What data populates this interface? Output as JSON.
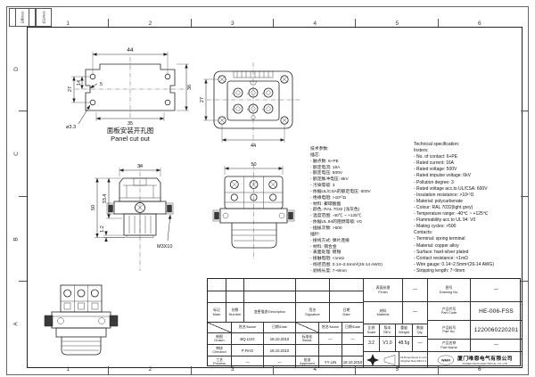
{
  "frame": {
    "columns": [
      "1",
      "2",
      "3",
      "4",
      "5",
      "6"
    ],
    "rows": [
      "D",
      "C",
      "B",
      "A"
    ],
    "corner": {
      "box1": "日期/Date",
      "box2": "标记/Mark"
    }
  },
  "views": {
    "panel_cutout": {
      "caption_cn": "面板安装开孔图",
      "caption_en": "Panel cut out",
      "dim_width": "44",
      "dim_left": "27",
      "dim_inner": "14",
      "dim_notch": "5",
      "dim_right": "36",
      "dim_bottom": "35",
      "dim_hole": "ø3.3"
    },
    "face": {
      "dim_height": "27",
      "dim_width": "44",
      "contact_numbers": [
        "1",
        "2",
        "3",
        "4",
        "5",
        "6"
      ]
    },
    "side": {
      "dim_top": "34",
      "dim_height": "50",
      "dim_inner": "33.4",
      "dim_step": "1.2",
      "screw": "M3X10"
    },
    "front": {
      "dim_width": "50"
    }
  },
  "spec_cn": {
    "lines": [
      "技术参数:",
      "插芯:",
      "- 触点数: 6+PE",
      "- 额定电流: 16A",
      "- 额定电压: 500V",
      "- 额定脉冲电压: 6kV",
      "- 污染等级: 3",
      "- 依据UL/CSA的额定电压: 600V",
      "- 绝缘电阻: >10¹⁰Ω",
      "- 材料: 聚碳酸酯",
      "- 颜色: RAL 7032 (浅灰色)",
      "- 温度范围: -40℃ ~ +125℃",
      "- 依据UL 94的阻燃等级: V0",
      "- 插拔次数: >500",
      "插针:",
      "- 接线方式: 弹片连接",
      "- 材料: 铜合金",
      "- 表面处理: 镀银",
      "- 接触电阻: <1mΩ",
      "- 线径范围: 0.14~2.5mm²(26-14 AWG)",
      "- 剥线长度: 7~9mm"
    ]
  },
  "spec_en": {
    "lines": [
      "Technical specification:",
      "Insters:",
      "- No. of contact: 6+PE",
      "- Rated current: 16A",
      "- Rated voltage: 500V",
      "- Rated impulse voltage: 6kV",
      "- Pollution degree: 3",
      "- Rated voltage acc.to UL/CSA: 600V",
      "- Insulation resistance: >10¹⁰Ω",
      "- Material: polycarbonate",
      "- Colour: RAL 7032(light grey)",
      "- Temperature range: -40℃ ~ +125℃",
      "- Flammability acc.to UL 94: V0",
      "- Mating cycles: >500",
      "Contacts:",
      "- Terminal: spring terminal",
      "- Material: copper alloy",
      "- Surface: hard-silver plated",
      "- Contact resistance: <1mΩ",
      "- Wire gauge: 0.14~2.5mm²(26-14 AWG)",
      "- Stripping length: 7~9mm"
    ]
  },
  "title_block": {
    "revision": {
      "mark": "标记\nMark",
      "number": "处数\nNumber",
      "description": "变更描述/Description",
      "signature": "签名\nSignature",
      "date": "日期\nDate"
    },
    "people": {
      "name_header": "姓名/Name",
      "date_header": "日期/Date",
      "drawn": "制图\nDrawn",
      "drawn_name": "BQ LUO",
      "drawn_date": "18.10.2010",
      "stand": "标准化\nStand.",
      "stand_sig": "—",
      "stand_date": "—",
      "checked": "审核\nChecked",
      "checked_name": "P RAO",
      "checked_date": "18.10.2010",
      "process": "工艺\nProcess",
      "process_name": "—",
      "process_date": "—",
      "approved": "批准\nApproved",
      "approved_name": "YY LIN",
      "approved_date": "18.10.2010"
    },
    "info": {
      "finish_label": "表面处理\nFinish",
      "finish_value": "—",
      "material_label": "材料\nMaterial",
      "material_value": "—",
      "scale_label": "比例\nScale",
      "scale_value": "3:2",
      "rev_label": "版本\nREV.",
      "rev_value": "V1.0",
      "weight_label": "重量\nWeight",
      "weight_value": "48.5g",
      "qty_label": "数量\nQty.",
      "qty_value": "—",
      "note": "All Dimensions in mm\nOriginal Size DIN A 4"
    },
    "product": {
      "drawing_no_label": "图号\nDrawing No.",
      "drawing_no_value": "—",
      "part_code_label": "产品代号\nPart Code",
      "part_code_value": "HE-006-FSS",
      "part_no_label": "产品料号\nPart No.",
      "part_no_value": "1220060220201",
      "part_name_label": "产品名称\nPart Name",
      "part_name_value": "—"
    },
    "company": {
      "logo": "WAIN",
      "name_cn": "厦门唯恩电气有限公司",
      "name_en": "XIAMEN WAIN ELECTRICAL CO.,LTD"
    }
  }
}
